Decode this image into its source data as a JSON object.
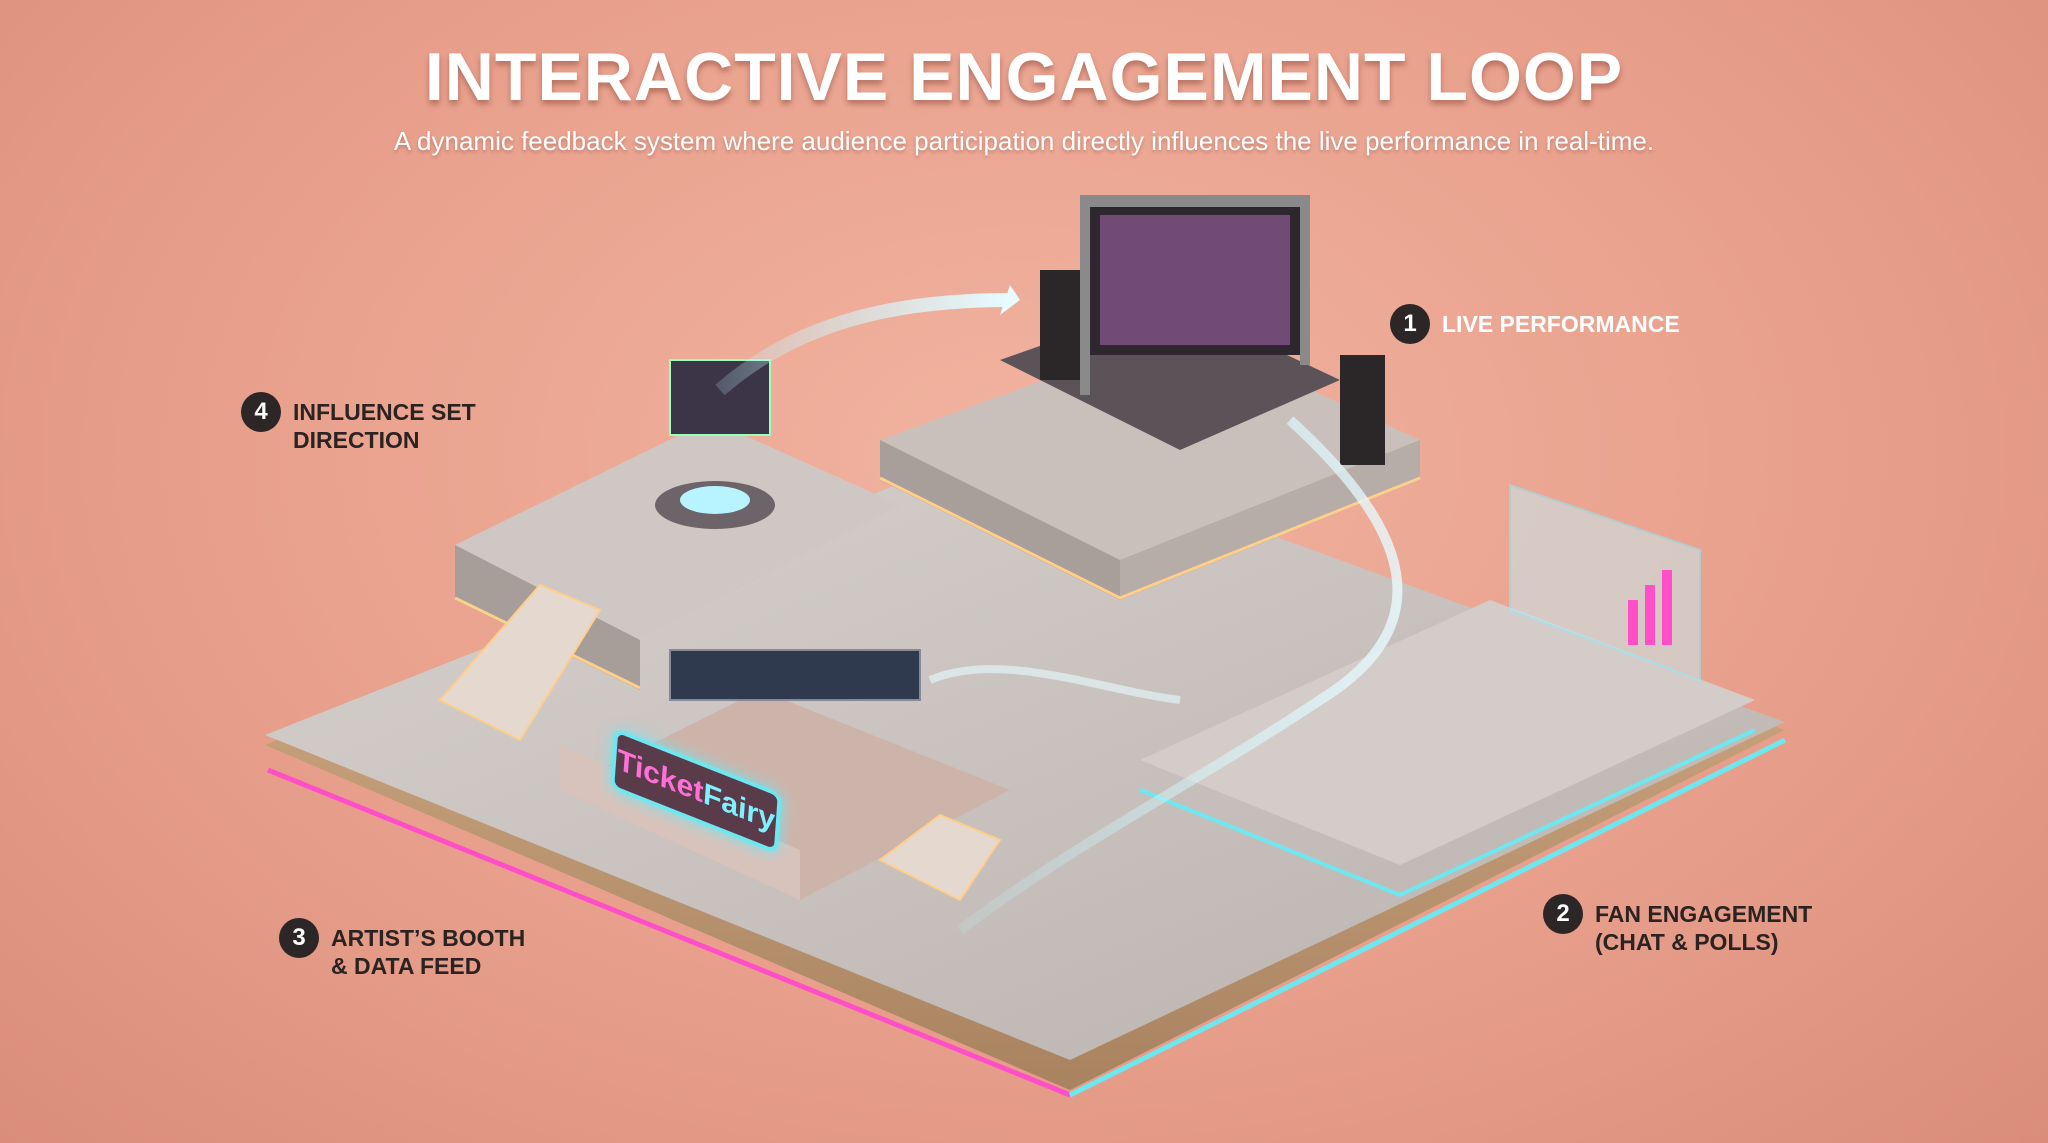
{
  "header": {
    "title": "INTERACTIVE ENGAGEMENT LOOP",
    "subtitle": "A dynamic feedback system where audience participation directly influences the live performance in real-time."
  },
  "callouts": [
    {
      "number": "1",
      "lines": [
        "LIVE PERFORMANCE"
      ]
    },
    {
      "number": "2",
      "lines": [
        "FAN ENGAGEMENT",
        "(CHAT & POLLS)"
      ]
    },
    {
      "number": "3",
      "lines": [
        "ARTIST’S BOOTH",
        "& DATA FEED"
      ]
    },
    {
      "number": "4",
      "lines": [
        "INFLUENCE SET",
        "DIRECTION"
      ]
    }
  ],
  "logo": {
    "part1": "Ticket",
    "part2": "Fairy"
  },
  "colors": {
    "background": "#e8a08c",
    "neon_pink": "#ff4fc8",
    "neon_cyan": "#6ee8f0",
    "badge": "#2d2626"
  }
}
